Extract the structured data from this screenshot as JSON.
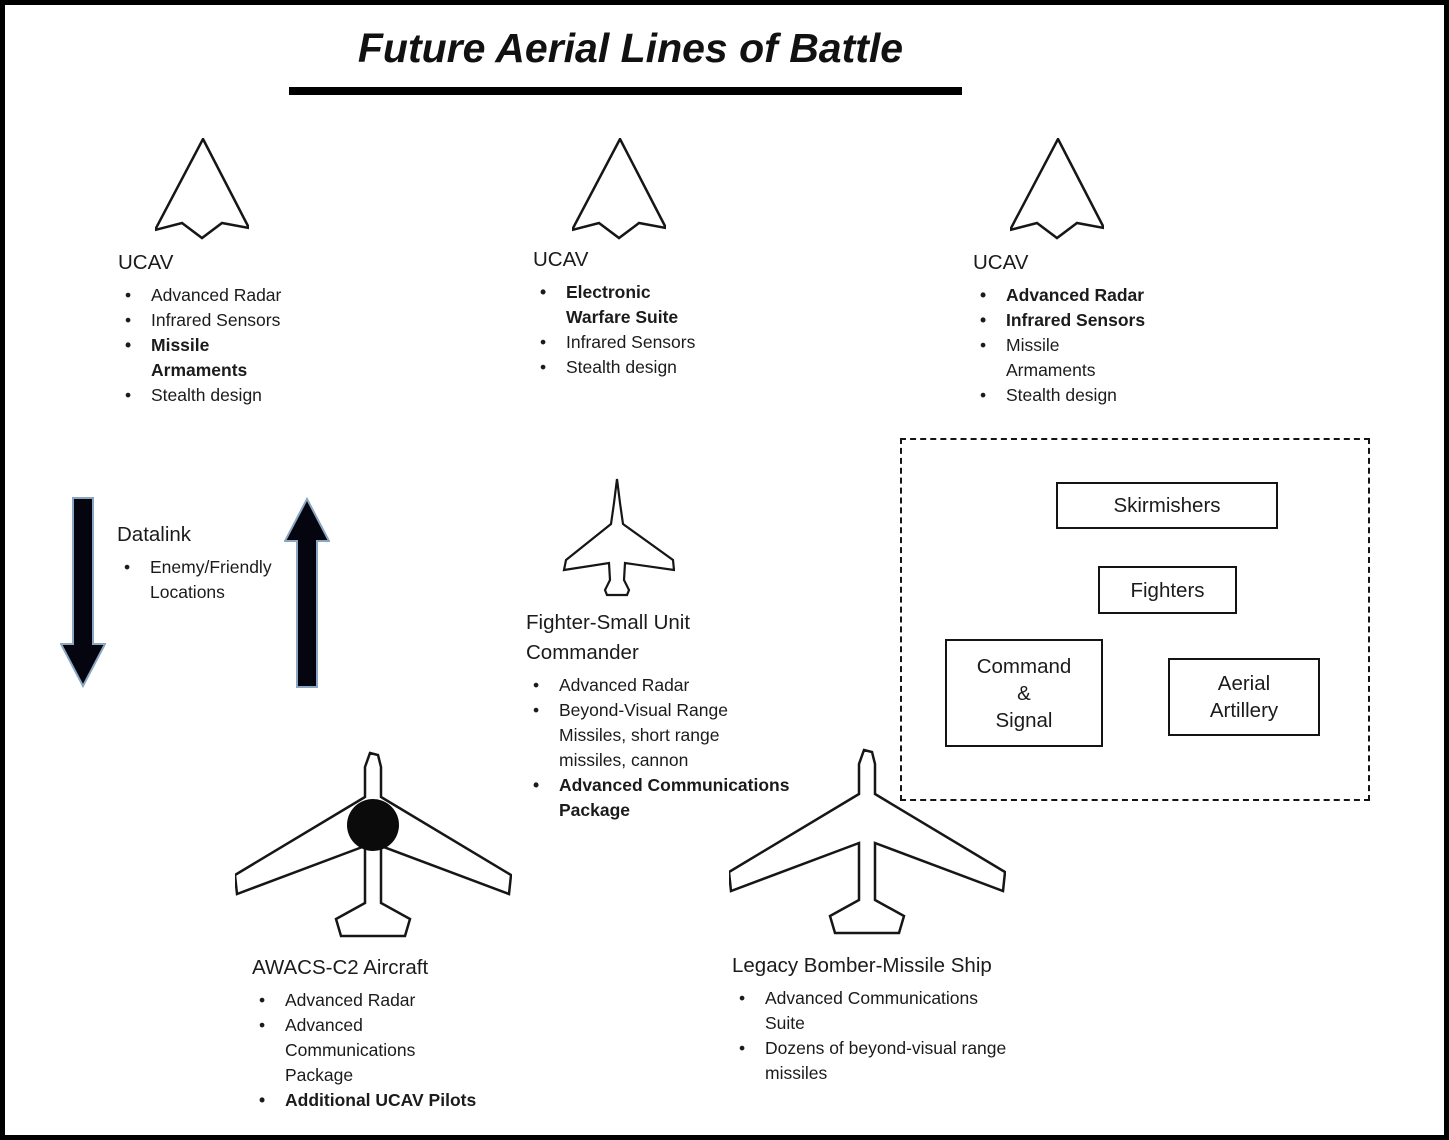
{
  "title": "Future Aerial Lines of Battle",
  "sections": {
    "ucav_left": {
      "heading": "UCAV",
      "bullets": [
        {
          "text": "Advanced Radar",
          "bold": false
        },
        {
          "text": "Infrared Sensors",
          "bold": false
        },
        {
          "text": "Missile\nArmaments",
          "bold": true
        },
        {
          "text": "Stealth design",
          "bold": false
        }
      ]
    },
    "ucav_center": {
      "heading": "UCAV",
      "bullets": [
        {
          "text": "Electronic\nWarfare Suite",
          "bold": true
        },
        {
          "text": "Infrared Sensors",
          "bold": false
        },
        {
          "text": "Stealth design",
          "bold": false
        }
      ]
    },
    "ucav_right": {
      "heading": "UCAV",
      "bullets": [
        {
          "text": "Advanced Radar",
          "bold": true
        },
        {
          "text": "Infrared Sensors",
          "bold": true
        },
        {
          "text": "Missile\nArmaments",
          "bold": false
        },
        {
          "text": "Stealth design",
          "bold": false
        }
      ]
    },
    "datalink": {
      "heading": "Datalink",
      "bullets": [
        {
          "text": "Enemy/Friendly\nLocations",
          "bold": false
        }
      ]
    },
    "fighter": {
      "heading": "Fighter-Small Unit\nCommander",
      "bullets": [
        {
          "text": "Advanced Radar",
          "bold": false
        },
        {
          "text": "Beyond-Visual Range\nMissiles, short range\nmissiles, cannon",
          "bold": false
        },
        {
          "text": "Advanced Communications\nPackage",
          "bold": true
        }
      ]
    },
    "awacs": {
      "heading": "AWACS-C2 Aircraft",
      "bullets": [
        {
          "text": "Advanced Radar",
          "bold": false
        },
        {
          "text": "Advanced\nCommunications\nPackage",
          "bold": false
        },
        {
          "text": "Additional UCAV Pilots",
          "bold": true
        }
      ]
    },
    "bomber": {
      "heading": "Legacy Bomber-Missile Ship",
      "bullets": [
        {
          "text": "Advanced Communications\nSuite",
          "bold": false
        },
        {
          "text": "Dozens of beyond-visual range\nmissiles",
          "bold": false
        }
      ]
    }
  },
  "formation_box": {
    "skirmishers": "Skirmishers",
    "fighters": "Fighters",
    "command_signal": "Command\n&\nSignal",
    "aerial_artillery": "Aerial\nArtillery"
  },
  "icons": {
    "ucav": "ucav-stealth-aircraft-icon",
    "fighter": "fighter-jet-icon",
    "awacs": "awacs-aircraft-icon",
    "bomber": "bomber-aircraft-icon",
    "down_arrow": "datalink-down-arrow-icon",
    "up_arrow": "datalink-up-arrow-icon"
  },
  "colors": {
    "ink": "#161616",
    "arrow_fill": "#05050f",
    "arrow_outline": "#8ba6c1"
  }
}
